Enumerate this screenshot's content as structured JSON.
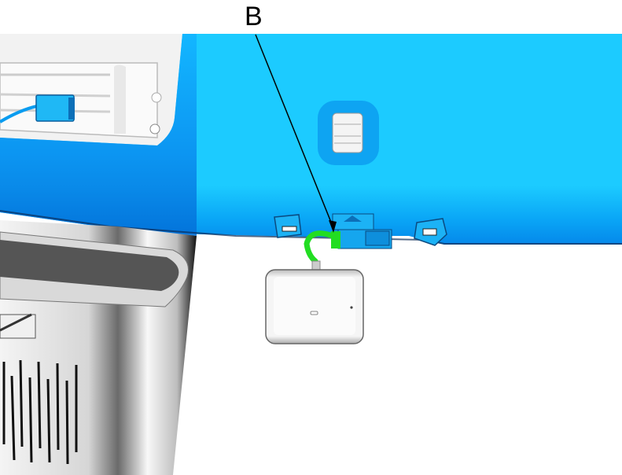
{
  "figure": {
    "type": "service-manual-illustration",
    "callouts": [
      {
        "id": "B",
        "label": "B",
        "target": "electrical-connector"
      }
    ]
  },
  "colors": {
    "panel_light": "#1ccbff",
    "panel_dark": "#0077e0",
    "highlight_green": "#22dd22",
    "module_gray": "#e6e6e6",
    "trim_gray": "#d8d8d8",
    "dark_gray": "#555555"
  }
}
